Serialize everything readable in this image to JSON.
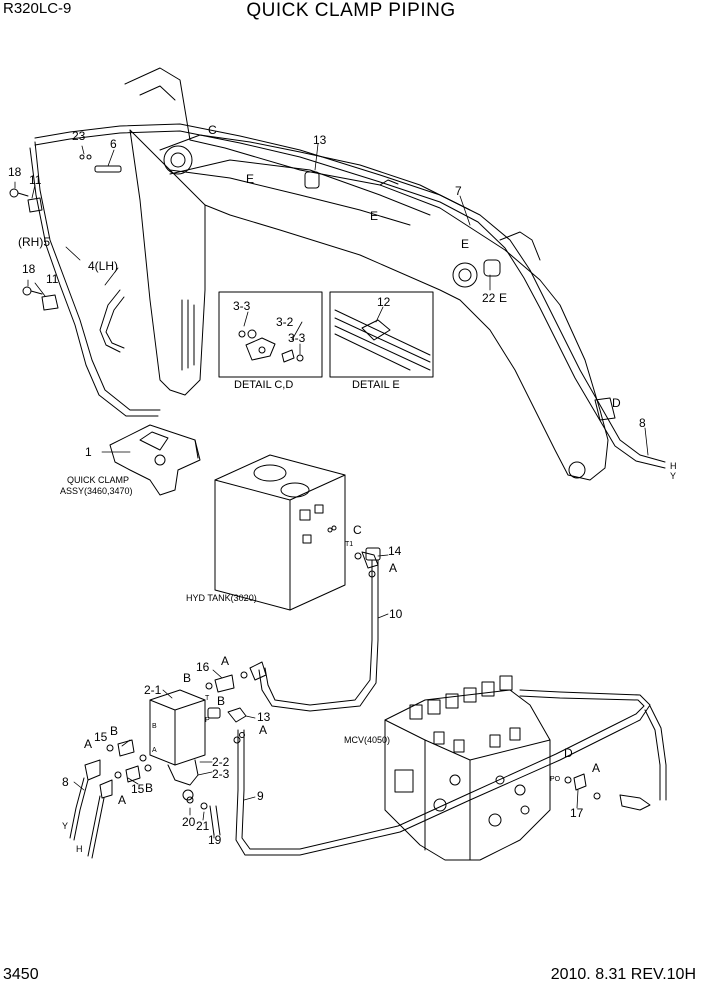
{
  "header": {
    "model": "R320LC-9",
    "title": "QUICK CLAMP PIPING"
  },
  "footer": {
    "page_number": "3450",
    "revision": "2010. 8.31  REV.10H"
  },
  "callouts": {
    "p1": "1",
    "p2_1": "2-1",
    "p2_2": "2-2",
    "p2_3": "2-3",
    "p3_2": "3-2",
    "p3_3a": "3-3",
    "p3_3b": "3-3",
    "p4": "4(LH)",
    "p5": "(RH)5",
    "p6": "6",
    "p7": "7",
    "p8a": "8",
    "p8b": "8",
    "p9": "9",
    "p10": "10",
    "p11a": "11",
    "p11b": "11",
    "p12": "12",
    "p13a": "13",
    "p13b": "13",
    "p14": "14",
    "p15a": "15",
    "p15b": "15",
    "p16": "16",
    "p17": "17",
    "p18a": "18",
    "p18b": "18",
    "p19": "19",
    "p20": "20",
    "p21": "21",
    "p22": "22",
    "p23": "23"
  },
  "letters": {
    "A1": "A",
    "A2": "A",
    "A3": "A",
    "A4": "A",
    "A5": "A",
    "A6": "A",
    "B1": "B",
    "B2": "B",
    "B3": "B",
    "B4": "B",
    "C1": "C",
    "C2": "C",
    "D1": "D",
    "D2": "D",
    "E1": "E",
    "E2": "E",
    "E3": "E",
    "E4": "E",
    "H1": "H",
    "H2": "H",
    "Y1": "Y",
    "Y2": "Y",
    "T1": "T1",
    "PO": "PO",
    "portB": "B",
    "portA": "A",
    "portP": "P",
    "portT": "T"
  },
  "assemblies": {
    "quick_clamp": "QUICK CLAMP",
    "quick_clamp_assy": "ASSY(3460,3470)",
    "hyd_tank": "HYD TANK(3020)",
    "mcv": "MCV(4050)"
  },
  "details": {
    "detail_cd": "DETAIL  C,D",
    "detail_e": "DETAIL  E"
  }
}
